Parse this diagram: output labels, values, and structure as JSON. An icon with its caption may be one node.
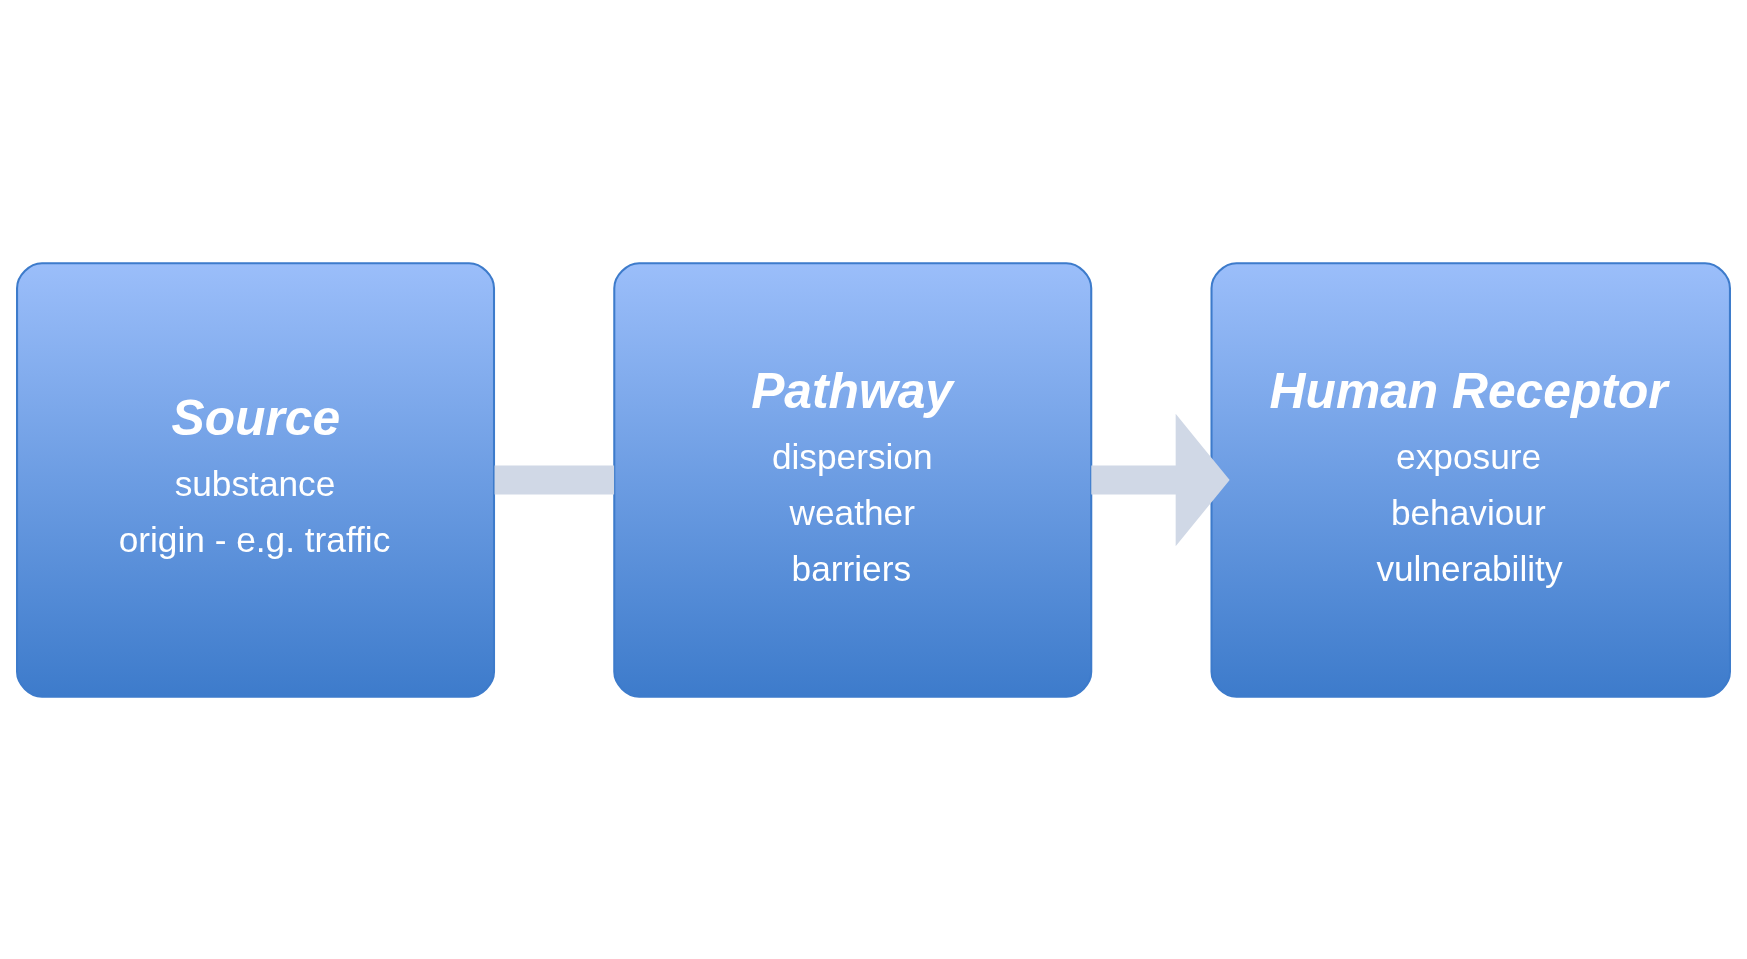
{
  "diagram": {
    "nodes": [
      {
        "text": [
          "Source",
          "substance",
          "origin - e.g. traffic"
        ]
      },
      {
        "text": [
          "Pathway",
          "dispersion",
          "weather",
          "barriers"
        ]
      },
      {
        "text": [
          "Human Receptor",
          "exposure",
          "behaviour",
          "vulnerability"
        ]
      }
    ],
    "edges": [
      {
        "from": 0,
        "to": 1,
        "arrow": "none"
      },
      {
        "from": 1,
        "to": 2,
        "arrow": "to"
      }
    ]
  }
}
